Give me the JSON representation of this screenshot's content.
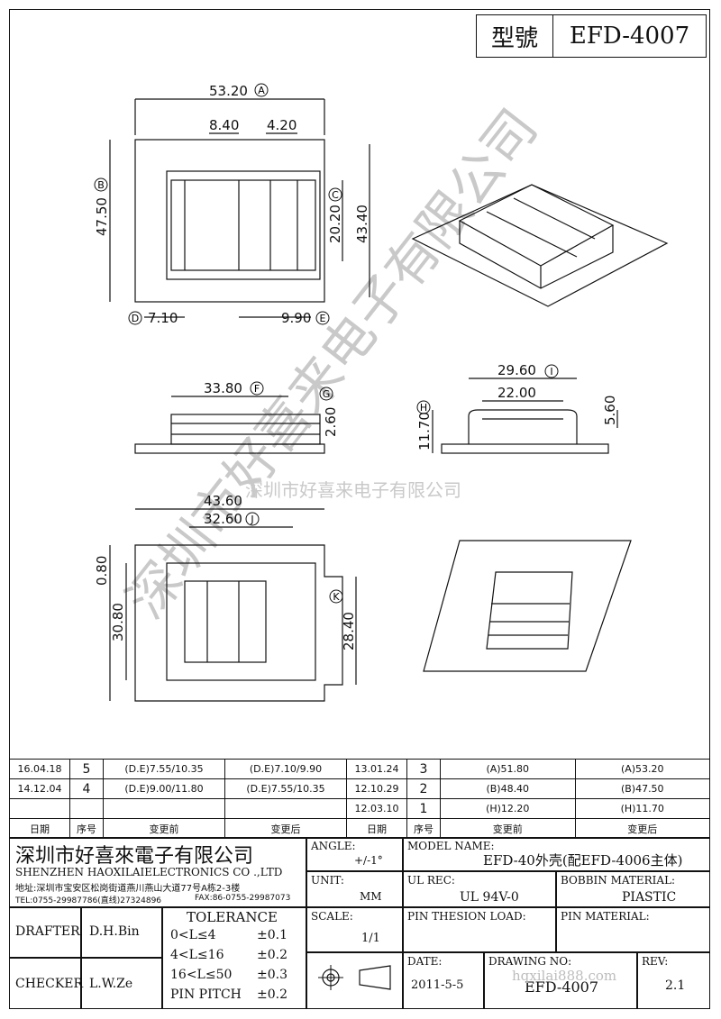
{
  "header": {
    "model_label": "型號",
    "model_value": "EFD-4007"
  },
  "dims": {
    "top_width": "53.20",
    "top_inner_left": "8.40",
    "top_inner_right": "4.20",
    "top_height": "47.50",
    "inner_height": "20.20",
    "right_height": "43.40",
    "bottom_left": "7.10",
    "bottom_right": "9.90",
    "front_width": "33.80",
    "front_h": "2.60",
    "side_width": "29.60",
    "side_inner": "22.00",
    "side_h1": "11.70",
    "side_h2": "5.60",
    "bot_outer": "43.60",
    "bot_inner": "32.60",
    "bot_small": "0.80",
    "bot_height": "30.80",
    "bot_inner_h": "28.40"
  },
  "dim_markers": [
    "A",
    "B",
    "C",
    "D",
    "E",
    "F",
    "G",
    "H",
    "I",
    "J",
    "K"
  ],
  "watermark": {
    "diag": "深圳市好喜来电子有限公司",
    "center": "深圳市好喜来电子有限公司"
  },
  "revisions": {
    "rows": [
      [
        "16.04.18",
        "5",
        "(D.E)7.55/10.35",
        "(D.E)7.10/9.90",
        "13.01.24",
        "3",
        "(A)51.80",
        "(A)53.20"
      ],
      [
        "14.12.04",
        "4",
        "(D.E)9.00/11.80",
        "(D.E)7.55/10.35",
        "12.10.29",
        "2",
        "(B)48.40",
        "(B)47.50"
      ],
      [
        "",
        "",
        "",
        "",
        "12.03.10",
        "1",
        "(H)12.20",
        "(H)11.70"
      ]
    ],
    "headers": [
      "日期",
      "序号",
      "变更前",
      "变更后",
      "日期",
      "序号",
      "变更前",
      "变更后"
    ]
  },
  "company": {
    "name_cn": "深圳市好喜來電子有限公司",
    "name_en": "SHENZHEN HAOXILAIELECTRONICS CO .,LTD",
    "address": "地址:深圳市宝安区松岗街道燕川燕山大道77号A栋2-3楼",
    "tel": "TEL:0755-29987786(直线)27324896",
    "fax": "FAX:86-0755-29987073"
  },
  "fields": {
    "angle_label": "ANGLE:",
    "angle_value": "+/-1°",
    "model_name_label": "MODEL NAME:",
    "model_name_value": "EFD-40外壳(配EFD-4006主体)",
    "unit_label": "UNIT:",
    "unit_value": "MM",
    "ul_label": "UL REC:",
    "ul_value": "UL 94V-0",
    "bobbin_label": "BOBBIN MATERIAL:",
    "bobbin_value": "PIASTIC",
    "scale_label": "SCALE:",
    "scale_value": "1/1",
    "pin_tension_label": "PIN THESION LOAD:",
    "pin_material_label": "PIN MATERIAL:",
    "date_label": "DATE:",
    "date_value": "2011-5-5",
    "drawing_label": "DRAWING NO:",
    "drawing_value": "EFD-4007",
    "rev_label": "REV:",
    "rev_value": "2.1",
    "drafter_label": "DRAFTER",
    "drafter_value": "D.H.Bin",
    "checker_label": "CHECKER",
    "checker_value": "L.W.Ze",
    "tolerance_title": "TOLERANCE",
    "tol": [
      [
        "0<L≤4",
        "±0.1"
      ],
      [
        "4<L≤16",
        "±0.2"
      ],
      [
        "16<L≤50",
        "±0.3"
      ],
      [
        "PIN PITCH",
        "±0.2"
      ]
    ],
    "website": "hqxilai888.com"
  }
}
